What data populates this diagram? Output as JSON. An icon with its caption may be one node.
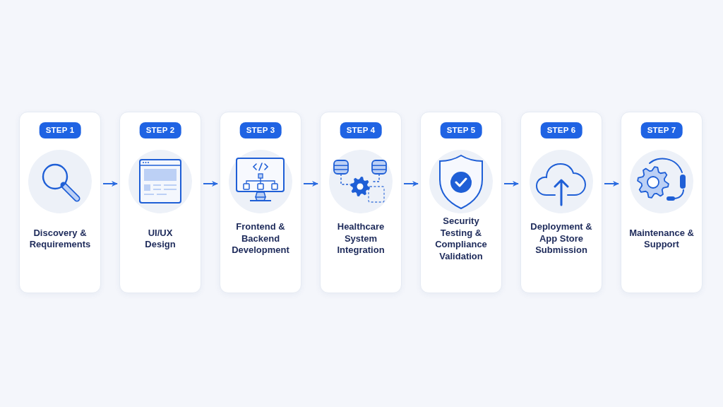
{
  "diagram": {
    "nodes": [
      {
        "text": [
          "STEP 1",
          "Discovery & Requirements"
        ]
      },
      {
        "text": [
          "STEP 2",
          "UI/UX Design"
        ]
      },
      {
        "text": [
          "STEP 3",
          "Frontend & Backend Development"
        ]
      },
      {
        "text": [
          "STEP 4",
          "Healthcare System Integration"
        ]
      },
      {
        "text": [
          "STEP 5",
          "Security Testing & Compliance Validation"
        ]
      },
      {
        "text": [
          "STEP 6",
          "Deployment & App Store Submission"
        ]
      },
      {
        "text": [
          "STEP 7",
          "Maintenance & Support"
        ]
      }
    ],
    "edges": [
      {
        "from": 0,
        "to": 1,
        "arrow": "to"
      },
      {
        "from": 1,
        "to": 2,
        "arrow": "to"
      },
      {
        "from": 2,
        "to": 3,
        "arrow": "to"
      },
      {
        "from": 3,
        "to": 4,
        "arrow": "to"
      },
      {
        "from": 4,
        "to": 5,
        "arrow": "to"
      },
      {
        "from": 5,
        "to": 6,
        "arrow": "to"
      }
    ]
  }
}
